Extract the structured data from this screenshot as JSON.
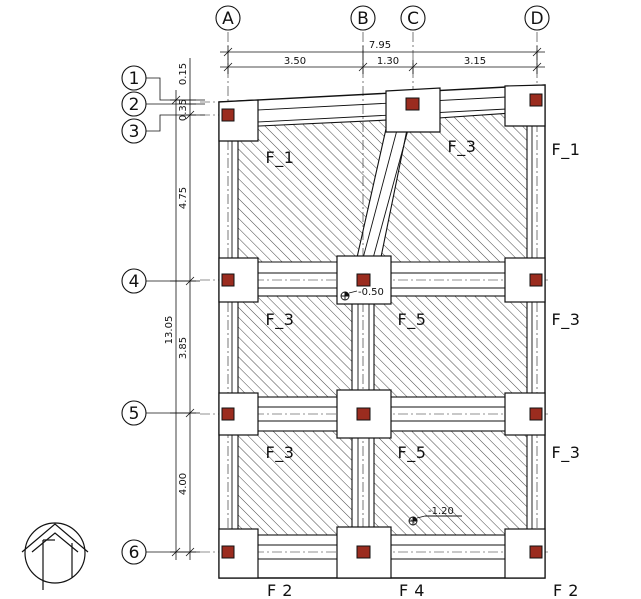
{
  "grid_columns": [
    "A",
    "B",
    "C",
    "D"
  ],
  "grid_rows": [
    "1",
    "2",
    "3",
    "4",
    "5",
    "6"
  ],
  "dimensions_horizontal": {
    "total": "7.95",
    "spans": [
      "3.50",
      "1.30",
      "3.15"
    ]
  },
  "dimensions_vertical": {
    "total": "13.05",
    "spans": [
      "0.15",
      "0.35",
      "4.75",
      "3.85",
      "4.00"
    ]
  },
  "footing_labels": {
    "top_left": "F_1",
    "top_mid": "F_3",
    "right_1": "F_1",
    "mid_left": "F_3",
    "mid_center": "F_5",
    "right_2": "F_3",
    "low_left": "F_3",
    "low_center": "F_5",
    "right_3": "F_3",
    "bottom_left": "F 2",
    "bottom_mid": "F 4",
    "bottom_right": "F 2"
  },
  "levels": [
    "-0.50",
    "-1.20"
  ],
  "colors": {
    "lines": "#111111",
    "column_fill": "#9b2c1f",
    "hatch": "#333333",
    "background": "#ffffff"
  },
  "icons": [
    "north-arrow-icon"
  ]
}
